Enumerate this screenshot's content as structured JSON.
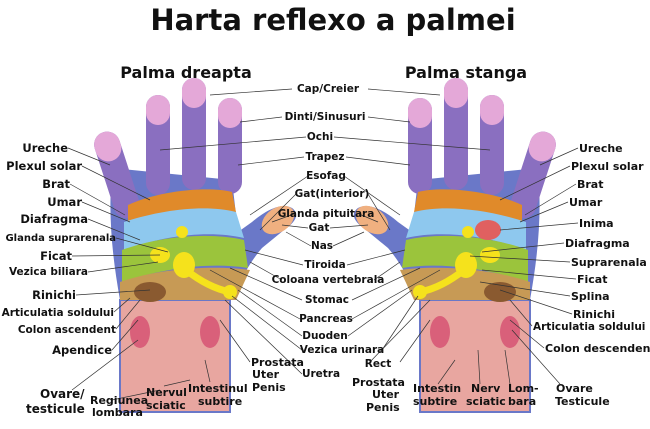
{
  "title": "Harta reflexo a palmei",
  "right_palm_title": "Palma dreapta",
  "left_palm_title": "Palma stanga",
  "center_labels": [
    "Cap/Creier",
    "Dinti/Sinusuri",
    "Ochi",
    "Trapez",
    "Esofag",
    "Gat(interior)",
    "Glanda pituitara",
    "Gat",
    "Nas",
    "Tiroida",
    "Coloana vertebrala",
    "Stomac",
    "Pancreas",
    "Duoden",
    "Vezica urinara",
    "Rect",
    "Uretra"
  ],
  "left_labels": [
    "Ureche",
    "Plexul solar",
    "Brat",
    "Umar",
    "Diafragma",
    "Glanda suprarenala",
    "Ficat",
    "Vezica biliara",
    "Rinichi",
    "Articulatia soldului",
    "Colon ascendent",
    "Apendice"
  ],
  "bottom_left_labels": {
    "ovare_1": "Ovare/",
    "ovare_2": "testicule",
    "regiunea_1": "Regiunea",
    "regiunea_2": "lombara",
    "nervul_1": "Nervul",
    "nervul_2": "sciatic",
    "intestinul_1": "Intestinul",
    "intestinul_2": "subtire",
    "prostata_1": "Prostata",
    "prostata_2": "Uter",
    "prostata_3": "Penis"
  },
  "right_labels": [
    "Ureche",
    "Plexul solar",
    "Brat",
    "Umar",
    "Inima",
    "Diafragma",
    "Suprarenala",
    "Ficat",
    "Splina",
    "Rinichi",
    "Articulatia soldului",
    "Colon descendent"
  ],
  "bottom_right_labels": {
    "prostata_1": "Prostata",
    "prostata_2": "Uter",
    "prostata_3": "Penis",
    "intestin_1": "Intestin",
    "intestin_2": "subtire",
    "nerv_1": "Nerv",
    "nerv_2": "sciatic",
    "lom_1": "Lom-",
    "lom_2": "bara",
    "ovare_1": "Ovare",
    "ovare_2": "Testicule"
  },
  "colors": {
    "fingertip": "#e4a8d8",
    "finger": "#8a6fc0",
    "hand_edge": "#6a78c8",
    "palm_blue": "#8ec8ee",
    "liver_green": "#9bc43c",
    "orange": "#e08a2a",
    "yellow": "#f5e21c",
    "brown": "#8a5a30",
    "wrist_pink": "#e8a6a0",
    "heart_red": "#e06060"
  }
}
